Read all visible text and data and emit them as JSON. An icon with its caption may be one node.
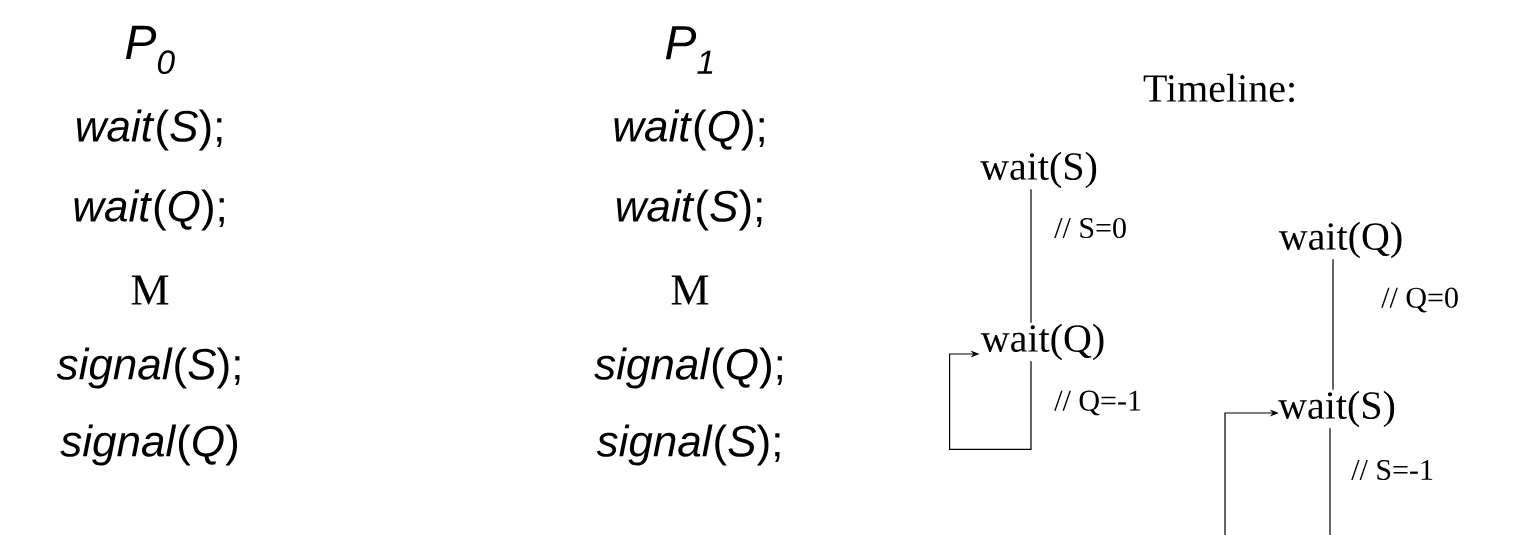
{
  "diagram": {
    "title": "Timeline:",
    "nodes": [
      {
        "text": [
          "wait(S)"
        ]
      },
      {
        "text": [
          "wait(Q)"
        ]
      },
      {
        "text": [
          "wait(Q)"
        ]
      },
      {
        "text": [
          "wait(S)"
        ]
      }
    ],
    "edges": [
      {
        "from": 0,
        "to": 1,
        "arrow": "none",
        "label": "// S=0"
      },
      {
        "from": 1,
        "to": 1,
        "arrow": "to",
        "label": "// Q=-1"
      },
      {
        "from": 2,
        "to": 3,
        "arrow": "none",
        "label": "// Q=0"
      },
      {
        "from": 3,
        "to": null,
        "arrow": "none",
        "label": "// S=-1"
      },
      {
        "from": null,
        "to": 3,
        "arrow": "to"
      }
    ],
    "labels": [
      "P$_{0}$",
      "P$_{1}$",
      "*wait*(*S*);",
      "*wait*(*Q*);",
      "*wait*(*Q*);",
      "*wait*(*S*);",
      "M",
      "M",
      "*signal*(*S*);",
      "*signal*(*Q*);",
      "*signal*(*Q*)",
      "*signal*(*S*);"
    ]
  }
}
